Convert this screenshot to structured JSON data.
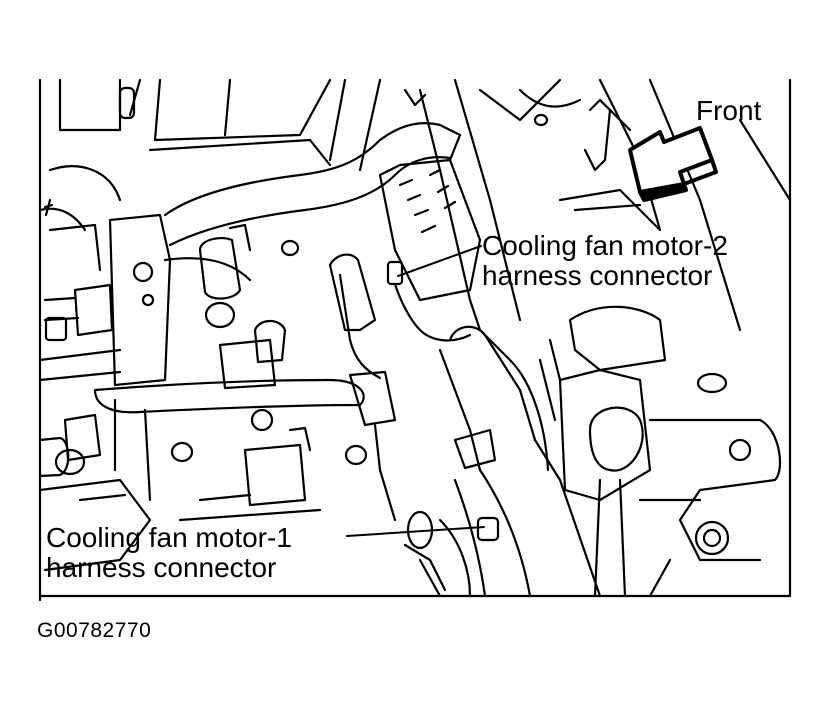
{
  "labels": {
    "front": "Front",
    "motor2": [
      "Cooling fan motor-2",
      "harness connector"
    ],
    "motor1": [
      "Cooling fan motor-1",
      "harness connector"
    ]
  },
  "figure_id": "G00782770",
  "colors": {
    "ink": "#000000",
    "paper": "#ffffff"
  }
}
